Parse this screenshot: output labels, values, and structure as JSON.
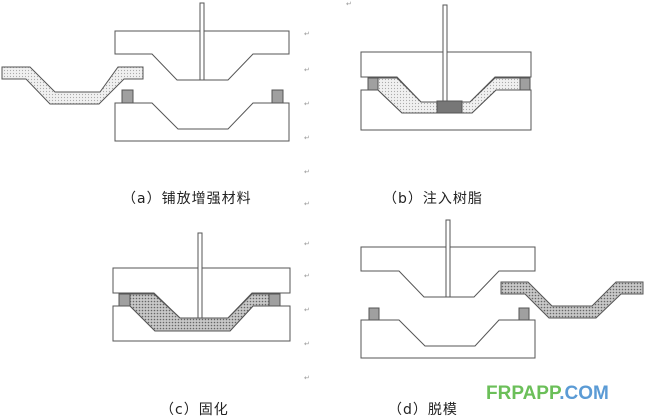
{
  "captions": {
    "a": "（a）铺放增强材料",
    "b": "（b）注入树脂",
    "c": "（c）固化",
    "d": "（d）脱模"
  },
  "return_mark": "↵",
  "watermark": {
    "part1": "FRPAPP",
    "part2": ".COM",
    "color1": "#6bbf59",
    "color2": "#5b9bd5"
  },
  "colors": {
    "line": "#555555",
    "block": "#a0a0a0",
    "preform_dots": "#bbbbbb",
    "cured_dots": "#777777"
  }
}
